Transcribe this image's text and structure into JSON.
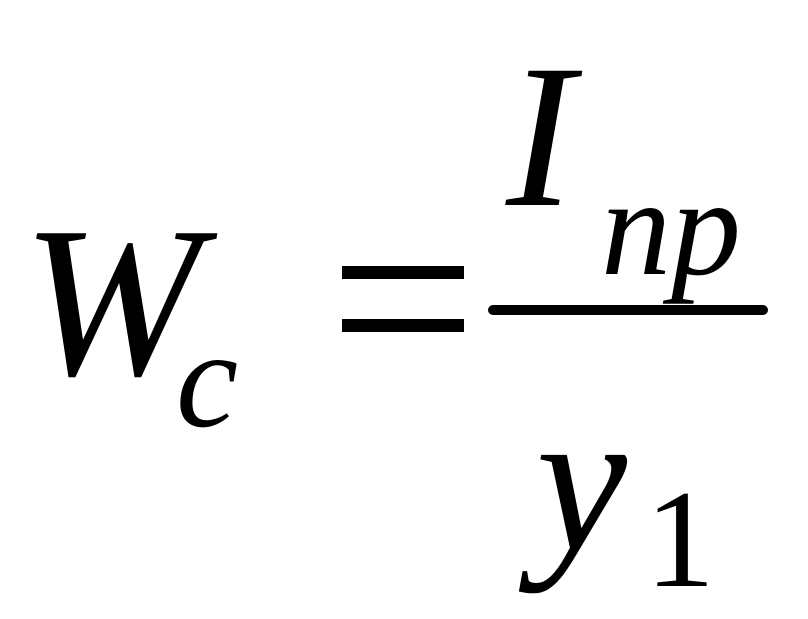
{
  "formula": {
    "lhs": {
      "symbol": "W",
      "subscript": "c"
    },
    "operator": "=",
    "rhs": {
      "numerator": {
        "symbol": "I",
        "subscript": "np"
      },
      "denominator": {
        "symbol": "y",
        "subscript": "1"
      }
    }
  }
}
